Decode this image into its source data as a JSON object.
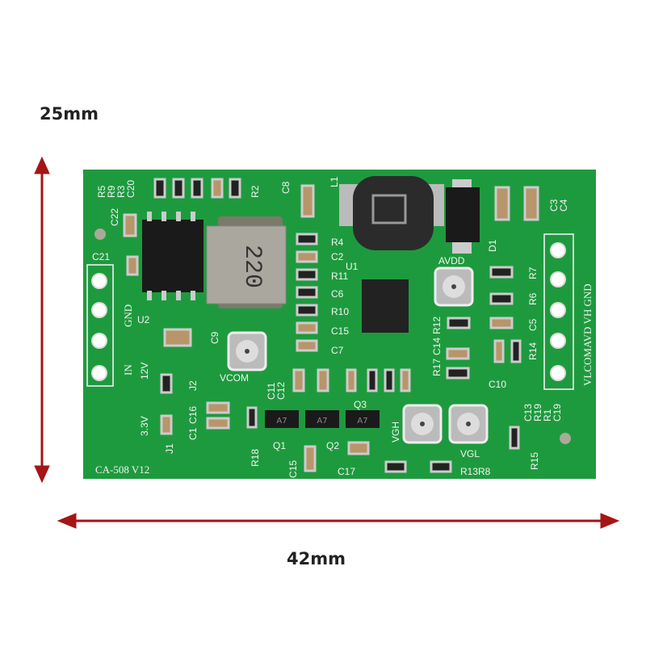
{
  "dimensions": {
    "height_label": "25mm",
    "width_label": "42mm",
    "arrow_color": "#a51515"
  },
  "board": {
    "color": "#1e9a3e",
    "model": "CA-508  V12",
    "inductor_marking": "220",
    "ic_marking": "A7",
    "output_header": "VLCOMAVD VH GND",
    "input_labels": {
      "in": "IN",
      "v12": "12V",
      "gnd": "GND"
    },
    "pots": {
      "vcom": "VCOM",
      "avdd": "AVDD",
      "vgh": "VGH",
      "vgl": "VGL"
    },
    "labels": {
      "r5": "R5",
      "r9": "R9",
      "r3": "R3",
      "c20": "C20",
      "c22": "C22",
      "r2": "R2",
      "c8": "C8",
      "l1": "L1",
      "c21": "C21",
      "u2": "U2",
      "r4": "R4",
      "c2": "C2",
      "r11": "R11",
      "c6": "C6",
      "r10": "R10",
      "c15a": "C15",
      "c7": "C7",
      "u1": "U1",
      "c9": "C9",
      "d1": "D1",
      "c3": "C3",
      "c4": "C4",
      "r7": "R7",
      "r6": "R6",
      "c5": "C5",
      "r12": "R12",
      "r14": "R14",
      "r17": "R17",
      "c14": "C14",
      "c10": "C10",
      "c11": "C11",
      "c12": "C12",
      "j2": "J2",
      "v33": "3.3V",
      "c1": "C1",
      "c16": "C16",
      "j1": "J1",
      "r18": "R18",
      "q1": "Q1",
      "q2": "Q2",
      "q3": "Q3",
      "c15b": "C15",
      "c17": "C17",
      "r13r8": "R13R8",
      "r15": "R15",
      "c13": "C13",
      "r19": "R19",
      "r1": "R1",
      "c19": "C19"
    }
  }
}
